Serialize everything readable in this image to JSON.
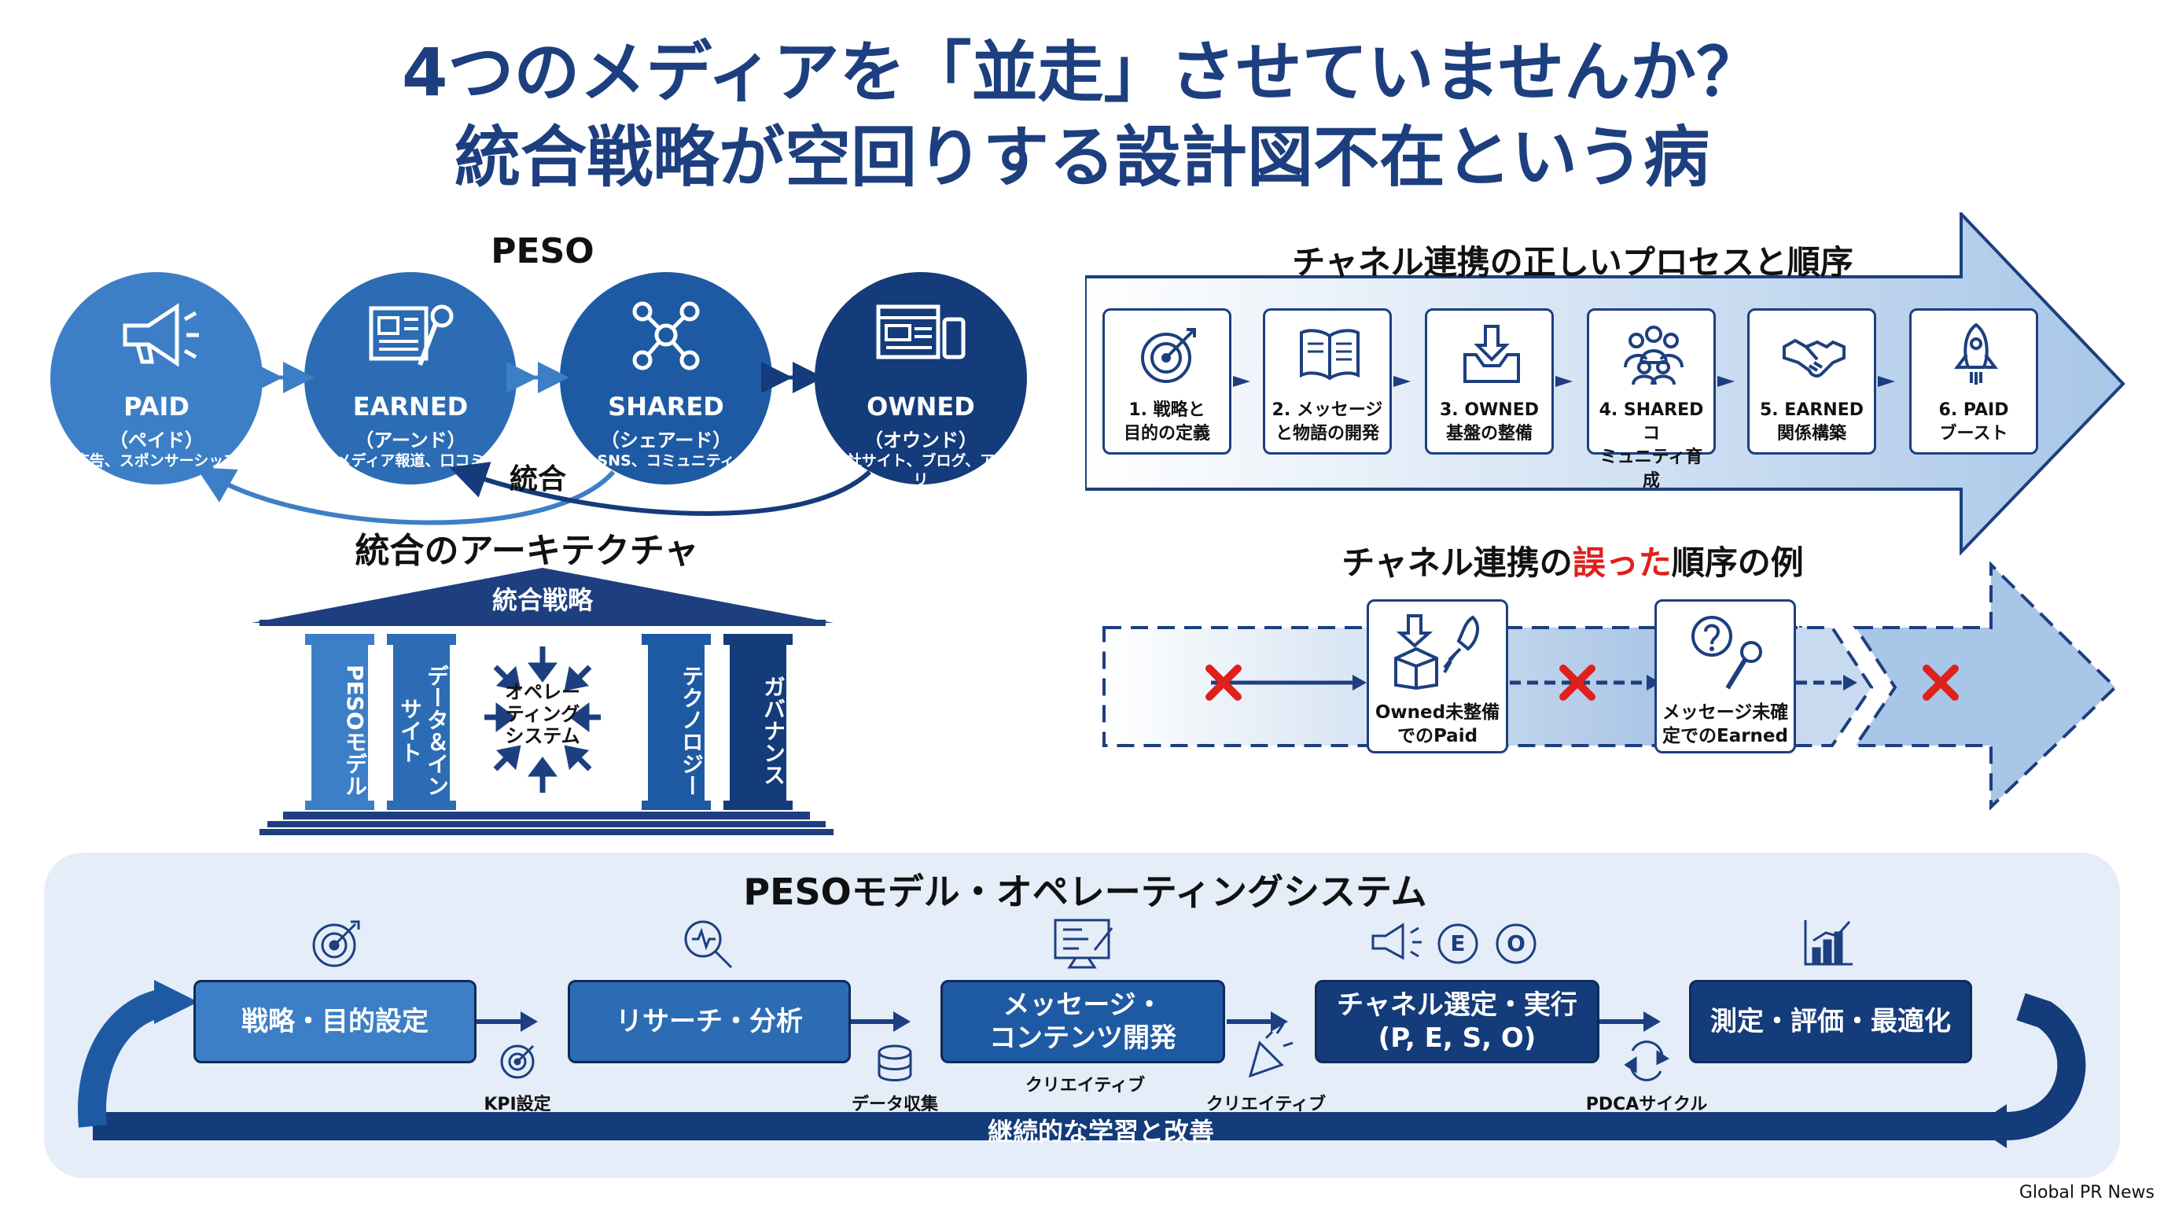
{
  "title": {
    "line1": "4つのメディアを「並走」させていませんか？",
    "line2": "統合戦略が空回りする設計図不在という病"
  },
  "peso": {
    "title": "PESO",
    "integration_label": "統合",
    "circles": [
      {
        "name": "PAID",
        "sub": "（ペイド）",
        "desc": "広告、スポンサーシップ",
        "color": "#3d7fc6",
        "icon": "megaphone-icon"
      },
      {
        "name": "EARNED",
        "sub": "（アーンド）",
        "desc": "メディア報道、口コミ",
        "color": "#2b6cb4",
        "icon": "newspaper-microphone-icon"
      },
      {
        "name": "SHARED",
        "sub": "（シェアード）",
        "desc": "SNS、コミュニティ",
        "color": "#1e5aa3",
        "icon": "network-icon"
      },
      {
        "name": "OWNED",
        "sub": "（オウンド）",
        "desc": "自社サイト、ブログ、アプリ",
        "color": "#143b7a",
        "icon": "website-mobile-icon"
      }
    ]
  },
  "architecture": {
    "title": "統合のアーキテクチャ",
    "roof_label": "統合戦略",
    "pillars": [
      "PESOモデル",
      "データ＆インサイト",
      "テクノロジー",
      "ガバナンス"
    ],
    "center": "オペレーティングシステム",
    "center_lines": [
      "オペレー",
      "ティング",
      "システム"
    ]
  },
  "correct_process": {
    "title": "チャネル連携の正しいプロセスと順序",
    "steps": [
      {
        "lines": [
          "1. 戦略と",
          "目的の定義"
        ],
        "icon": "target-icon"
      },
      {
        "lines": [
          "2. メッセージ",
          "と物語の開発"
        ],
        "icon": "book-icon"
      },
      {
        "lines": [
          "3. OWNED",
          "基盤の整備"
        ],
        "icon": "inbox-icon"
      },
      {
        "lines": [
          "4. SHAREDコ",
          "ミュニティ育成"
        ],
        "icon": "people-icon"
      },
      {
        "lines": [
          "5. EARNED",
          "関係構築"
        ],
        "icon": "handshake-icon"
      },
      {
        "lines": [
          "6. PAID",
          "ブースト"
        ],
        "icon": "rocket-icon"
      }
    ]
  },
  "wrong_process": {
    "title_pre": "チャネル連携の",
    "title_highlight": "誤った",
    "title_post": "順序の例",
    "highlight_color": "#e0201b",
    "boxes": [
      {
        "lines": [
          "Owned未整備",
          "でのPaid"
        ],
        "icon": "box-rocket-icon"
      },
      {
        "lines": [
          "メッセージ未確",
          "定でのEarned"
        ],
        "icon": "question-microphone-icon"
      }
    ]
  },
  "operating_system": {
    "title": "PESOモデル・オペレーティングシステム",
    "loop_label": "継続的な学習と改善",
    "steps": [
      {
        "lines": [
          "戦略・目的設定"
        ],
        "icon": "target-icon"
      },
      {
        "lines": [
          "リサーチ・分析"
        ],
        "icon": "magnifier-icon"
      },
      {
        "lines": [
          "メッセージ・",
          "コンテンツ開発"
        ],
        "icon": "document-pen-icon"
      },
      {
        "lines": [
          "チャネル選定・実行",
          "(P, E, S, O)"
        ],
        "icon": "megaphone-eo-icon"
      },
      {
        "lines": [
          "測定・評価・最適化"
        ],
        "icon": "bar-chart-icon"
      }
    ],
    "step_icon_letters": [
      "E",
      "O"
    ],
    "between_labels": [
      "KPI設定",
      "データ収集",
      "クリエイティブ",
      "クリエイティブ",
      "PDCAサイクル"
    ]
  },
  "footer": {
    "source": "Global PR News"
  },
  "colors": {
    "navy": "#143b7a",
    "blue": "#1e5aa3",
    "light_blue": "#3d7fc6",
    "pale": "#e4edf8",
    "red": "#e0201b"
  }
}
